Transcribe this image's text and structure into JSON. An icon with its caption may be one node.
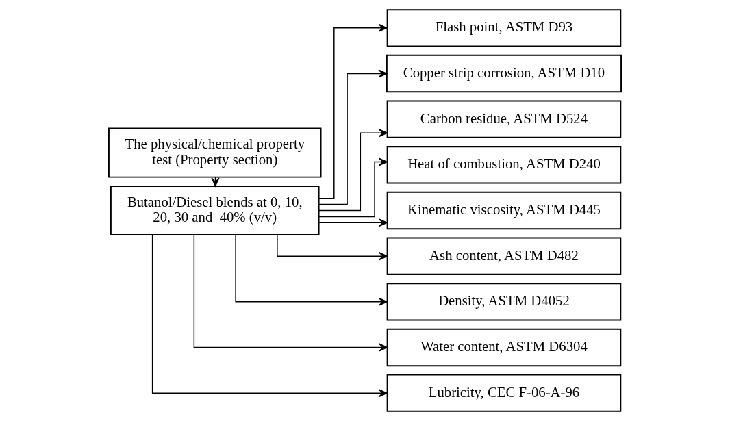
{
  "diagram": {
    "nodes": [
      {
        "text": [
          "The physical/chemical property test (Property section)"
        ]
      },
      {
        "text": [
          "Butanol/Diesel blends at 0, 10, 20, 30 and  40% (v/v)"
        ]
      },
      {
        "text": [
          "Flash point, ASTM D93"
        ]
      },
      {
        "text": [
          "Copper strip corrosion, ASTM D10"
        ]
      },
      {
        "text": [
          "Carbon residue, ASTM D524"
        ]
      },
      {
        "text": [
          "Heat of combustion, ASTM D240"
        ]
      },
      {
        "text": [
          "Kinematic viscosity, ASTM D445"
        ]
      },
      {
        "text": [
          "Ash content, ASTM D482"
        ]
      },
      {
        "text": [
          "Density, ASTM D4052"
        ]
      },
      {
        "text": [
          "Water content, ASTM D6304"
        ]
      },
      {
        "text": [
          "Lubricity, CEC F-06-A-96"
        ]
      }
    ],
    "edges": [
      {
        "from": 0,
        "to": 1,
        "arrow": "to"
      },
      {
        "from": 1,
        "to": 2,
        "arrow": "to"
      },
      {
        "from": 1,
        "to": 3,
        "arrow": "to"
      },
      {
        "from": 1,
        "to": 4,
        "arrow": "to"
      },
      {
        "from": 1,
        "to": 5,
        "arrow": "to"
      },
      {
        "from": 1,
        "to": 6,
        "arrow": "to"
      },
      {
        "from": 1,
        "to": 7,
        "arrow": "to"
      },
      {
        "from": 1,
        "to": 8,
        "arrow": "to"
      },
      {
        "from": 1,
        "to": 9,
        "arrow": "to"
      },
      {
        "from": 1,
        "to": 10,
        "arrow": "to"
      }
    ]
  }
}
